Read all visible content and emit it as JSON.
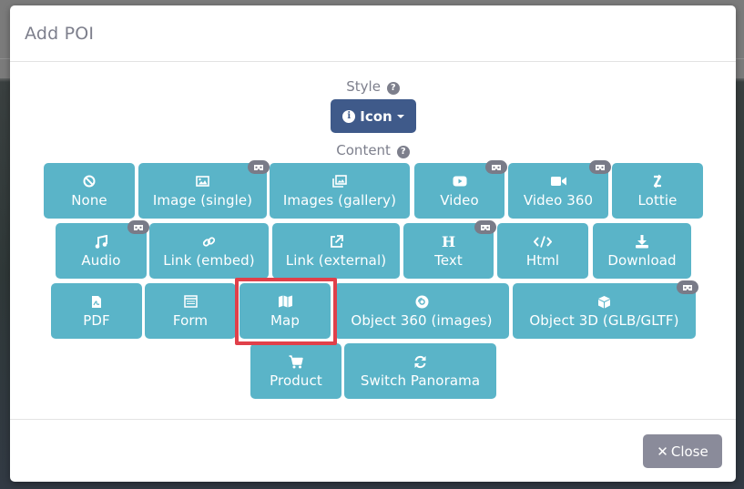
{
  "modal": {
    "title": "Add POI",
    "style_label": "Style",
    "style_help": "?",
    "style_value": "Icon",
    "style_value_icon": "info-circle-icon",
    "content_label": "Content",
    "content_help": "?",
    "close_label": "Close",
    "close_icon": "times-icon"
  },
  "content_types": [
    {
      "label": "None",
      "icon": "ban-icon",
      "vr": false
    },
    {
      "label": "Image (single)",
      "icon": "image-icon",
      "vr": true
    },
    {
      "label": "Images (gallery)",
      "icon": "images-icon",
      "vr": false
    },
    {
      "label": "Video",
      "icon": "youtube-icon",
      "vr": true
    },
    {
      "label": "Video 360",
      "icon": "video-camera-icon",
      "vr": true
    },
    {
      "label": "Lottie",
      "icon": "lottie-icon",
      "vr": false
    },
    {
      "label": "Audio",
      "icon": "music-icon",
      "vr": true
    },
    {
      "label": "Link (embed)",
      "icon": "link-icon",
      "vr": false
    },
    {
      "label": "Link (external)",
      "icon": "external-link-icon",
      "vr": false
    },
    {
      "label": "Text",
      "icon": "heading-icon",
      "vr": true
    },
    {
      "label": "Html",
      "icon": "code-icon",
      "vr": false
    },
    {
      "label": "Download",
      "icon": "download-icon",
      "vr": false
    },
    {
      "label": "PDF",
      "icon": "file-pdf-icon",
      "vr": false
    },
    {
      "label": "Form",
      "icon": "form-icon",
      "vr": false
    },
    {
      "label": "Map",
      "icon": "map-icon",
      "vr": false,
      "highlighted": true
    },
    {
      "label": "Object 360 (images)",
      "icon": "compact-disc-icon",
      "vr": false
    },
    {
      "label": "Object 3D (GLB/GLTF)",
      "icon": "cube-icon",
      "vr": true
    },
    {
      "label": "Product",
      "icon": "shopping-cart-icon",
      "vr": false
    },
    {
      "label": "Switch Panorama",
      "icon": "sync-icon",
      "vr": false
    }
  ],
  "colors": {
    "content_button": "#5ab4c8",
    "style_button": "#3f5a8a",
    "close_button": "#8a8b9a",
    "vr_badge": "#797b88",
    "highlight": "#e0404a"
  }
}
